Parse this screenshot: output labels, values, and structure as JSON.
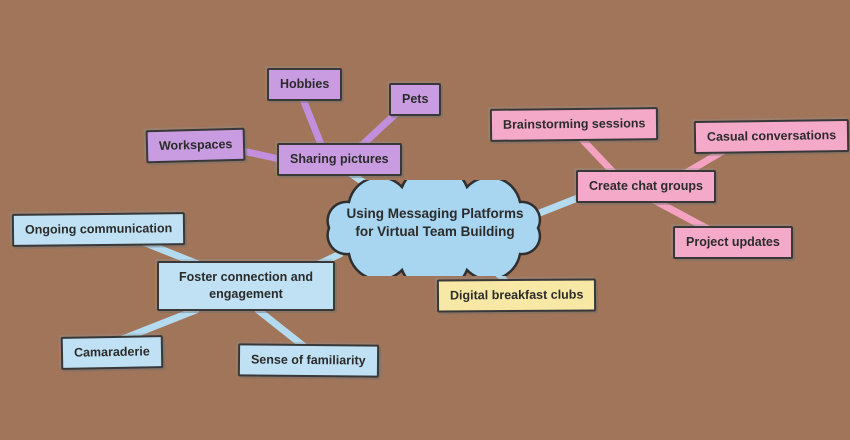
{
  "title": "Using Messaging Platforms for Virtual Team Building mind map",
  "nodes": {
    "central": {
      "label": "Using Messaging Platforms\nfor Virtual Team Building"
    },
    "sharing_pictures": {
      "label": "Sharing pictures"
    },
    "workspaces": {
      "label": "Workspaces"
    },
    "hobbies": {
      "label": "Hobbies"
    },
    "pets": {
      "label": "Pets"
    },
    "create_chat_groups": {
      "label": "Create chat groups"
    },
    "brainstorming_sessions": {
      "label": "Brainstorming sessions"
    },
    "casual_conversations": {
      "label": "Casual conversations"
    },
    "project_updates": {
      "label": "Project updates"
    },
    "foster_connection": {
      "label": "Foster connection and engagement"
    },
    "ongoing_communication": {
      "label": "Ongoing communication"
    },
    "camaraderie": {
      "label": "Camaraderie"
    },
    "sense_of_familiarity": {
      "label": "Sense of familiarity"
    },
    "digital_breakfast_clubs": {
      "label": "Digital breakfast clubs"
    }
  },
  "edges": [
    {
      "from": "central",
      "to": "sharing_pictures",
      "color": "blue"
    },
    {
      "from": "central",
      "to": "create_chat_groups",
      "color": "blue"
    },
    {
      "from": "central",
      "to": "foster_connection",
      "color": "blue"
    },
    {
      "from": "central",
      "to": "digital_breakfast_clubs",
      "color": "blue"
    },
    {
      "from": "sharing_pictures",
      "to": "workspaces",
      "color": "purple"
    },
    {
      "from": "sharing_pictures",
      "to": "hobbies",
      "color": "purple"
    },
    {
      "from": "sharing_pictures",
      "to": "pets",
      "color": "purple"
    },
    {
      "from": "create_chat_groups",
      "to": "brainstorming_sessions",
      "color": "pink"
    },
    {
      "from": "create_chat_groups",
      "to": "casual_conversations",
      "color": "pink"
    },
    {
      "from": "create_chat_groups",
      "to": "project_updates",
      "color": "pink"
    },
    {
      "from": "foster_connection",
      "to": "ongoing_communication",
      "color": "blue"
    },
    {
      "from": "foster_connection",
      "to": "camaraderie",
      "color": "blue"
    },
    {
      "from": "foster_connection",
      "to": "sense_of_familiarity",
      "color": "blue"
    }
  ],
  "colors": {
    "background": "#a0755a",
    "outline": "#383838",
    "text": "#2b2b2b",
    "central_fill": "#a8d5f0",
    "purple_fill": "#c99ce2",
    "pink_fill": "#f4a9c8",
    "blue_fill": "#bfe1f3",
    "yellow_fill": "#f8e8a6",
    "purple_edge": "#c28fdd",
    "pink_edge": "#f3a2c2",
    "blue_edge": "#b4daf0"
  }
}
